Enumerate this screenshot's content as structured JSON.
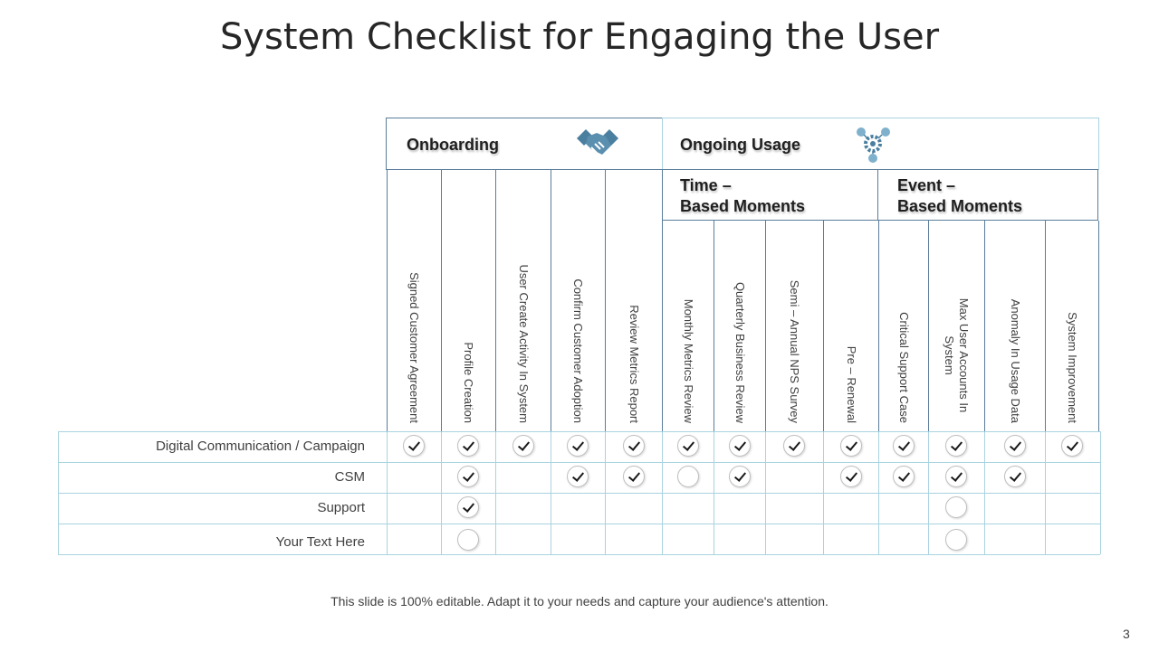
{
  "title": "System Checklist for Engaging the User",
  "groups": {
    "onboarding": "Onboarding",
    "ongoing": "Ongoing Usage",
    "time_line1": "Time –",
    "time_line2": "Based Moments",
    "event_line1": "Event –",
    "event_line2": "Based Moments"
  },
  "icons": {
    "onboarding": "handshake-icon",
    "ongoing": "gear-network-icon"
  },
  "columns": [
    [
      "Signed Customer Agreement"
    ],
    [
      "Profile Creation"
    ],
    [
      "User Create Activity In System"
    ],
    [
      "Confirm Customer Adoption"
    ],
    [
      "Review Metrics Report"
    ],
    [
      "Monthly Metrics Review"
    ],
    [
      "Quarterly Business Review"
    ],
    [
      "Semi – Annual NPS Survey"
    ],
    [
      "Pre – Renewal"
    ],
    [
      "Critical Support Case"
    ],
    [
      "Max User Accounts In",
      "System"
    ],
    [
      "Anomaly In Usage Data"
    ],
    [
      "System Improvement"
    ]
  ],
  "rows": [
    {
      "label": "Digital Communication / Campaign",
      "cells": [
        "check",
        "check",
        "check",
        "check",
        "check",
        "check",
        "check",
        "check",
        "check",
        "check",
        "check",
        "check",
        "check"
      ]
    },
    {
      "label": "CSM",
      "cells": [
        "",
        "check",
        "",
        "check",
        "check",
        "empty",
        "check",
        "",
        "check",
        "check",
        "check",
        "check",
        ""
      ]
    },
    {
      "label": "Support",
      "cells": [
        "",
        "check",
        "",
        "",
        "",
        "",
        "",
        "",
        "",
        "",
        "empty",
        "",
        ""
      ]
    },
    {
      "label": "Your Text Here",
      "cells": [
        "",
        "empty",
        "",
        "",
        "",
        "",
        "",
        "",
        "",
        "",
        "empty",
        "",
        ""
      ]
    }
  ],
  "colors": {
    "grid": "#a9d3e0",
    "header_line": "#5a7d9a",
    "icon": "#4a7fa0"
  },
  "footer": "This slide is 100% editable. Adapt it to your needs and capture your audience's attention.",
  "page_number": "3"
}
